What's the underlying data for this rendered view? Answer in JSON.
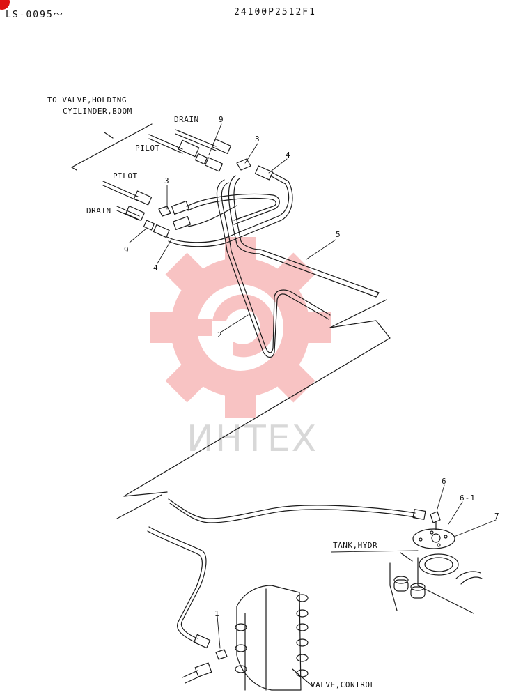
{
  "header": {
    "left_code": "LS-0095～",
    "center_code": "24100P2512F1"
  },
  "labels": {
    "to_valve_line1": "TO VALVE,HOLDING",
    "to_valve_line2": "CYILINDER,BOOM",
    "drain_top": "DRAIN",
    "pilot_top": "PILOT",
    "pilot_mid": "PILOT",
    "drain_mid": "DRAIN",
    "tank_hydr": "TANK,HYDR",
    "valve_control": "VALVE,CONTROL"
  },
  "callouts": {
    "n9_top": "9",
    "n3_top": "3",
    "n4_top": "4",
    "n3_mid": "3",
    "n9_mid": "9",
    "n4_mid": "4",
    "n5": "5",
    "n2": "2",
    "n6": "6",
    "n6_1": "6-1",
    "n7": "7",
    "n1": "1"
  },
  "watermark": {
    "text": "ИНТЕХ",
    "color": "#f4a0a0"
  },
  "colors": {
    "line": "#1a1a1a",
    "brand_dot": "#dd1111"
  }
}
